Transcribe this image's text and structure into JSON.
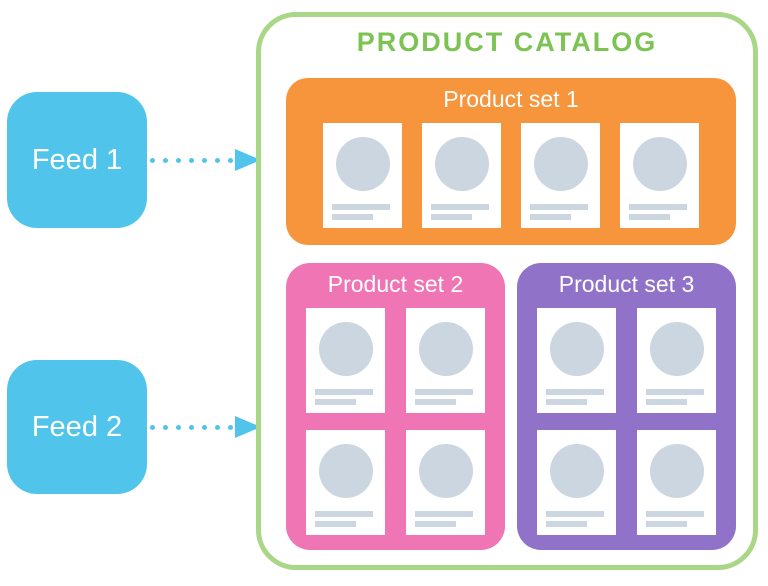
{
  "colors": {
    "feed_blue": "#50C4EB",
    "catalog_border_green": "#A9D687",
    "title_green": "#7CC353",
    "set1_orange": "#F7953D",
    "set2_pink": "#EF75B5",
    "set3_purple": "#9072C8",
    "card_placeholder_gray": "#CBD6E0"
  },
  "feeds": [
    {
      "label": "Feed 1"
    },
    {
      "label": "Feed 2"
    }
  ],
  "catalog": {
    "title": "PRODUCT CATALOG",
    "sets": [
      {
        "label": "Product set 1",
        "products": 4,
        "layout": "row"
      },
      {
        "label": "Product set 2",
        "products": 4,
        "layout": "grid"
      },
      {
        "label": "Product set 3",
        "products": 4,
        "layout": "grid"
      }
    ]
  },
  "arrows": [
    {
      "from": "Feed 1",
      "to": "Product catalog"
    },
    {
      "from": "Feed 2",
      "to": "Product catalog"
    }
  ]
}
